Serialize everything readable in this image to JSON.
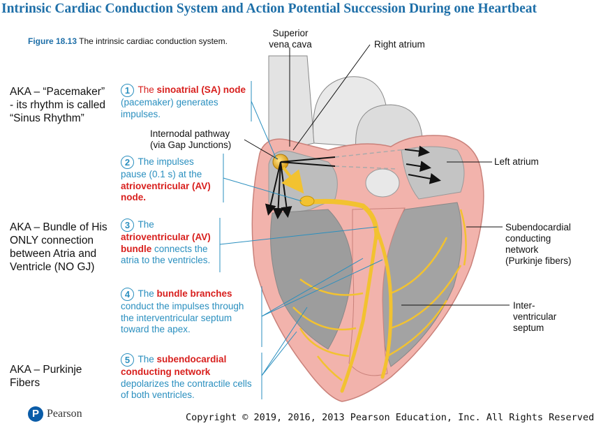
{
  "title": "Intrinsic Cardiac Conduction System and Action Potential Succession During one Heartbeat",
  "figure": {
    "label": "Figure 18.13",
    "caption": "The intrinsic cardiac conduction system."
  },
  "aka": {
    "pacemaker": [
      "AKA – “Pacemaker”",
      "- its rhythm is called",
      "“Sinus Rhythm”"
    ],
    "bundle": [
      "AKA – Bundle of His",
      "ONLY connection",
      "between Atria and",
      "Ventricle (NO GJ)"
    ],
    "purkinje": [
      "AKA – Purkinje",
      "Fibers"
    ]
  },
  "steps": [
    {
      "num": "1",
      "pre": "The",
      "bold": "sinoatrial (SA) node",
      "paren": "(pacemaker)",
      "post": "generates impulses."
    },
    {
      "num": "2",
      "pre": "The impulses pause (0.1 s) at the",
      "bold": "atrioventricular (AV) node."
    },
    {
      "num": "3",
      "pre": "The",
      "bold": "atrioventricular (AV) bundle",
      "post": "connects the atria to the ventricles."
    },
    {
      "num": "4",
      "pre": "The",
      "bold": "bundle branches",
      "post": "conduct the impulses through the interventricular septum toward the apex."
    },
    {
      "num": "5",
      "pre": "The",
      "bold": "subendocardial conducting network",
      "post": "depolarizes the contractile cells of both ventricles."
    }
  ],
  "labels": {
    "superior_vena_cava": [
      "Superior",
      "vena cava"
    ],
    "right_atrium": "Right atrium",
    "internodal": [
      "Internodal pathway",
      "(via Gap Junctions)"
    ],
    "left_atrium": "Left atrium",
    "subendocardial": [
      "Subendocardial",
      "conducting",
      "network",
      "(Purkinje fibers)"
    ],
    "septum": [
      "Inter-",
      "ventricular",
      "septum"
    ]
  },
  "logo": {
    "mark": "P",
    "name": "Pearson"
  },
  "copyright": "Copyright © 2019, 2016, 2013 Pearson Education, Inc. All Rights Reserved",
  "colors": {
    "title": "#1e6fa8",
    "step_text": "#2a8fbf",
    "emphasis": "#d8201e",
    "heart_wall": "#f2b3ac",
    "conduction": "#f2c230"
  }
}
